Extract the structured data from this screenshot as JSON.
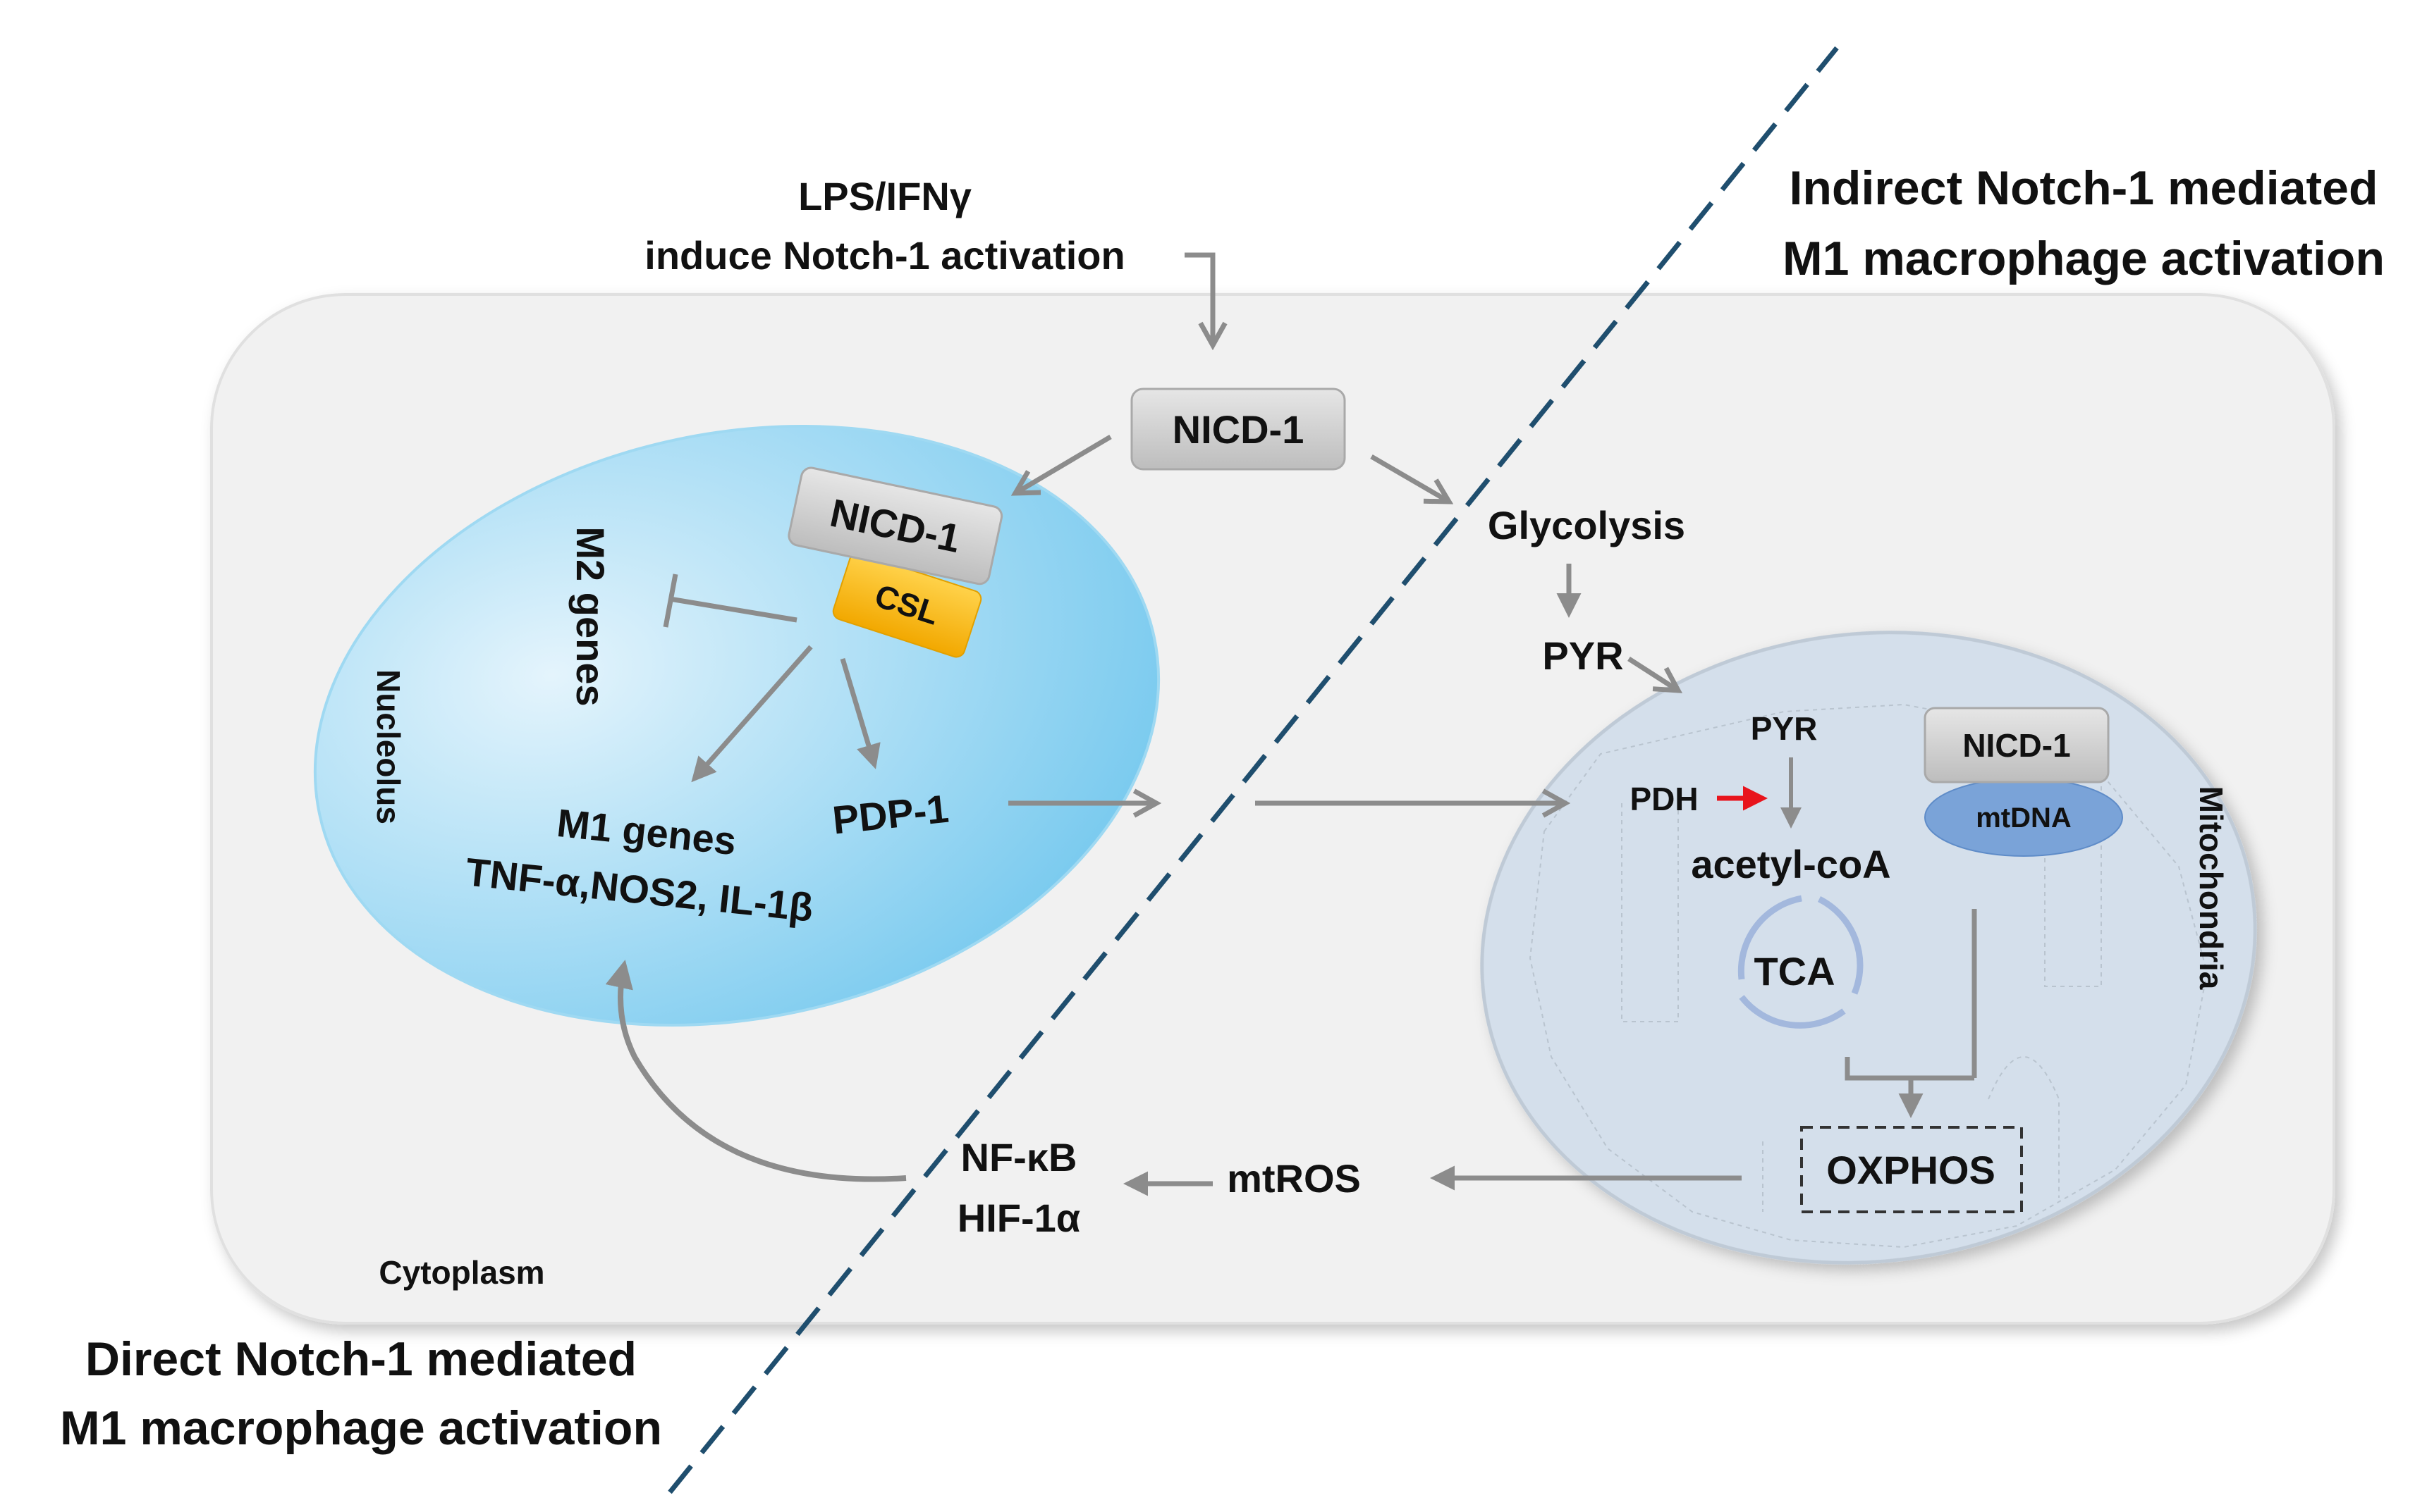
{
  "stimulus": {
    "line1": "LPS/IFNγ",
    "line2": "induce Notch-1 activation"
  },
  "indirect_title": {
    "line1": "Indirect Notch-1 mediated",
    "line2": "M1 macrophage activation"
  },
  "direct_title": {
    "line1": "Direct Notch-1 mediated",
    "line2": "M1 macrophage activation"
  },
  "cytoplasm": {
    "label": "Cytoplasm",
    "nicd_box": "NICD-1"
  },
  "nucleus": {
    "label": "Nucleolus",
    "nicd_box": "NICD-1",
    "csl": "CSL",
    "m2_genes": "M2 genes",
    "m1_genes": "M1 genes",
    "m1_gene_list": "TNF-α,NOS2, IL-1β",
    "pdp1": "PDP-1"
  },
  "glycolysis_path": {
    "glycolysis": "Glycolysis",
    "pyr": "PYR"
  },
  "mitochondria": {
    "label": "Mitochondria",
    "pyr": "PYR",
    "pdh": "PDH",
    "acetyl_coa": "acetyl-coA",
    "tca": "TCA",
    "nicd_box": "NICD-1",
    "mtdna": "mtDNA",
    "oxphos": "OXPHOS"
  },
  "signaling": {
    "mtros": "mtROS",
    "nfkb": "NF-κB",
    "hif": "HIF-1α"
  },
  "colors": {
    "arrow": "#8c8c8c",
    "pdh_arrow": "#e8141c",
    "divider": "#1f4e6e",
    "cell": "#f1f1f1",
    "nucleus_dark": "#7fcff0",
    "nucleus_light": "#d6eefa",
    "mitochondria": "#d5e0ec",
    "csl": "#f7b500",
    "mtdna": "#7aa3d8",
    "nicd_box": "#d4d4d4"
  }
}
